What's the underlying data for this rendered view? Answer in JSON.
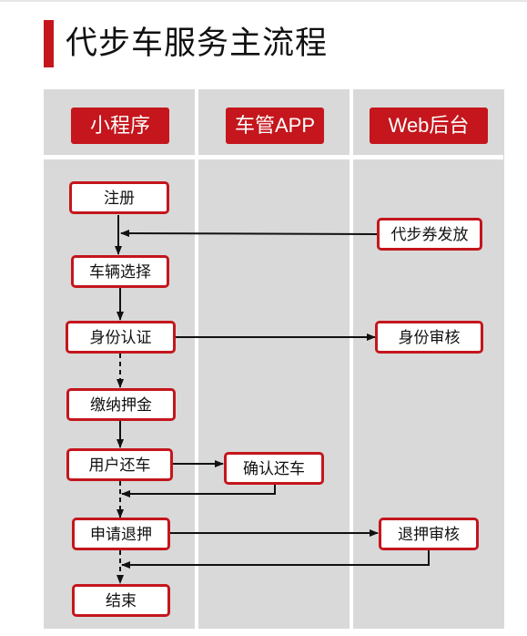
{
  "title": "代步车服务主流程",
  "colors": {
    "accent": "#c4161c",
    "lane_bg": "#d9d9d9"
  },
  "lanes": [
    {
      "id": "mini-program",
      "label": "小程序"
    },
    {
      "id": "car-app",
      "label": "车管APP"
    },
    {
      "id": "web-admin",
      "label": "Web后台"
    }
  ],
  "nodes": {
    "register": "注册",
    "voucher": "代步券发放",
    "car_select": "车辆选择",
    "identity_auth": "身份认证",
    "identity_review": "身份审核",
    "deposit": "缴纳押金",
    "user_return": "用户还车",
    "confirm_return": "确认还车",
    "refund_request": "申请退押",
    "refund_review": "退押审核",
    "end": "结束"
  },
  "edges": [
    {
      "from": "register",
      "to": "car_select",
      "style": "solid"
    },
    {
      "from": "voucher",
      "to": "register-car_select-link",
      "style": "solid"
    },
    {
      "from": "car_select",
      "to": "identity_auth",
      "style": "solid"
    },
    {
      "from": "identity_auth",
      "to": "identity_review",
      "style": "solid"
    },
    {
      "from": "identity_auth",
      "to": "deposit",
      "style": "dashed"
    },
    {
      "from": "deposit",
      "to": "user_return",
      "style": "solid"
    },
    {
      "from": "user_return",
      "to": "confirm_return",
      "style": "solid"
    },
    {
      "from": "confirm_return",
      "to": "user_return-refund_request-link",
      "style": "solid"
    },
    {
      "from": "user_return",
      "to": "refund_request",
      "style": "dashed"
    },
    {
      "from": "refund_request",
      "to": "refund_review",
      "style": "solid"
    },
    {
      "from": "refund_review",
      "to": "refund_request-end-link",
      "style": "solid"
    },
    {
      "from": "refund_request",
      "to": "end",
      "style": "dashed"
    }
  ]
}
